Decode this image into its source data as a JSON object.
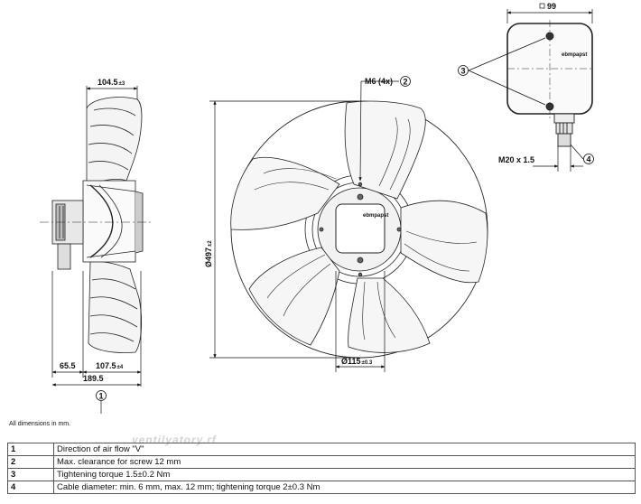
{
  "dimensions": {
    "housing_width": {
      "value": "104.5",
      "tol": "±3"
    },
    "motor_side": {
      "value": "65.5"
    },
    "motor_depth": {
      "value": "107.5",
      "tol": "±4"
    },
    "overall_depth": {
      "value": "189.5"
    },
    "bolt_thread": {
      "value": "M6 (4x)",
      "callout": "2"
    },
    "impeller_diameter": {
      "value": "Ø497",
      "tol": "±2"
    },
    "hub_diameter": {
      "value": "Ø115",
      "tol": "±0.3"
    },
    "terminal_box_width": {
      "value": "99"
    },
    "cable_gland": {
      "value": "M20 x 1.5",
      "callout": "4"
    },
    "terminal_callout": "3",
    "airflow_callout": "1"
  },
  "brand_label": "ebmpapst",
  "note": "All dimensions in mm.",
  "watermark": "ventilyatory.rf",
  "legend": [
    {
      "num": "1",
      "text": "Direction of air flow \"V\""
    },
    {
      "num": "2",
      "text": "Max. clearance for screw 12 mm"
    },
    {
      "num": "3",
      "text": "Tightening torque 1.5±0.2 Nm"
    },
    {
      "num": "4",
      "text": "Cable diameter: min. 6 mm, max. 12 mm; tightening torque 2±0.3 Nm"
    }
  ]
}
